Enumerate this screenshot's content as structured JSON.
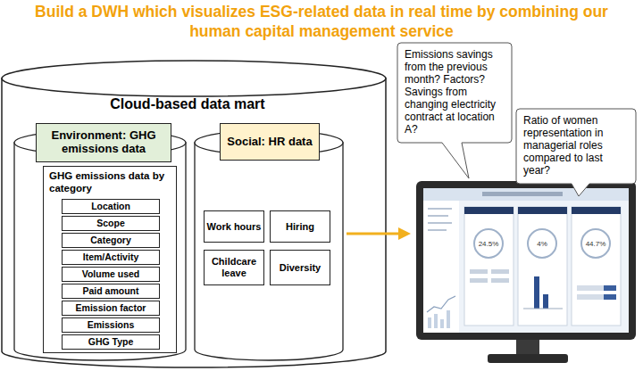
{
  "diagram": {
    "title": "Build a DWH which visualizes ESG-related data in real time by combining our human capital management service",
    "nodes": [
      {
        "text": [
          "Cloud-based data mart"
        ]
      },
      {
        "text": [
          "Environment: GHG emissions data"
        ],
        "in": 0
      },
      {
        "text": [
          "GHG emissions data by category"
        ],
        "in": 0
      },
      {
        "text": [
          "Location"
        ],
        "in": 2
      },
      {
        "text": [
          "Scope"
        ],
        "in": 2
      },
      {
        "text": [
          "Category"
        ],
        "in": 2
      },
      {
        "text": [
          "Item/Activity"
        ],
        "in": 2
      },
      {
        "text": [
          "Volume used"
        ],
        "in": 2
      },
      {
        "text": [
          "Paid amount"
        ],
        "in": 2
      },
      {
        "text": [
          "Emission factor"
        ],
        "in": 2
      },
      {
        "text": [
          "Emissions"
        ],
        "in": 2
      },
      {
        "text": [
          "GHG Type"
        ],
        "in": 2
      },
      {
        "text": [
          "Social: HR data"
        ],
        "in": 0
      },
      {
        "text": [
          "Work hours"
        ],
        "in": 0
      },
      {
        "text": [
          "Hiring"
        ],
        "in": 0
      },
      {
        "text": [
          "Childcare leave"
        ],
        "in": 0
      },
      {
        "text": [
          "Diversity"
        ],
        "in": 0
      },
      {
        "text": [
          "Emissions savings from the previous month? Factors? Savings from changing electricity contract at location A?"
        ]
      },
      {
        "text": [
          "Ratio of women representation in managerial roles compared to last year?"
        ]
      }
    ],
    "labels": [
      "24.5%",
      "4%",
      "44.7%"
    ]
  }
}
